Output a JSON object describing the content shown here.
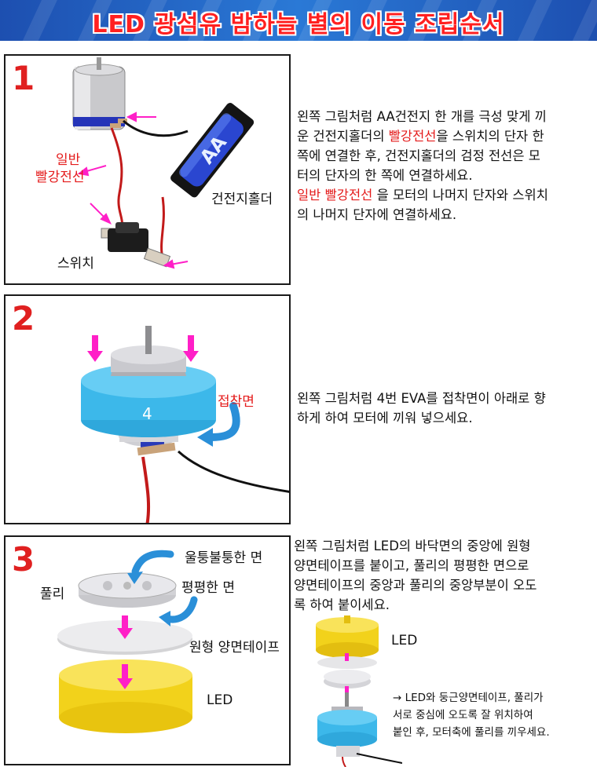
{
  "banner": {
    "title": "LED 광섬유 밤하늘 별의 이동 조립순서"
  },
  "steps": [
    {
      "number": "1",
      "labels": {
        "red_wire": [
          "일반",
          "빨강전선"
        ],
        "battery_holder": "건전지홀더",
        "switch": "스위치"
      },
      "battery_text": "AA",
      "text": {
        "a": "왼쪽 그림처럼 AA건전지 한 개를 극성 맞게 끼",
        "b": "운 건전지홀더의 ",
        "c": "빨강전선",
        "d": "을 스위치의 단자 한",
        "e": "쪽에 연결한 후, 건전지홀더의 검정 전선은 모",
        "f": "터의 단자의 한 쪽에 연결하세요.",
        "g": "일반 빨강전선",
        "h": " 을 모터의 나머지 단자와 스위치",
        "i": "의 나머지 단자에 연결하세요."
      }
    },
    {
      "number": "2",
      "labels": {
        "adhesive_side": "접착면",
        "eva_number": "4"
      },
      "text": {
        "a": "왼쪽 그림처럼 4번 EVA를 접착면이 아래로 향",
        "b": "하게 하여 모터에 끼워 넣으세요."
      }
    },
    {
      "number": "3",
      "labels": {
        "bumpy_side": "울퉁불퉁한 면",
        "pulley": "풀리",
        "flat_side": "평평한 면",
        "tape": "원형 양면테이프",
        "led": "LED"
      },
      "text": {
        "a": "왼쪽 그림처럼 LED의  바닥면의 중앙에  원형",
        "b": "양면테이프를 붙이고, 풀리의 평평한 면으로",
        "c": "양면테이프의 중앙과 풀리의 중앙부분이 오도",
        "d": "록 하여 붙이세요."
      },
      "side_led_label": "LED",
      "note": [
        "→ LED와 둥근양면테이프, 풀리가",
        "서로 중심에 오도록 잘 위치하여",
        "붙인 후, 모터축에 풀리를 끼우세요."
      ]
    }
  ],
  "colors": {
    "accent_red": "#e41b1b",
    "arrow_magenta": "#ff1fc7",
    "eva_blue": "#3cb8ea",
    "led_yellow": "#f2d21b",
    "banner_blue": "#2a79d6"
  }
}
